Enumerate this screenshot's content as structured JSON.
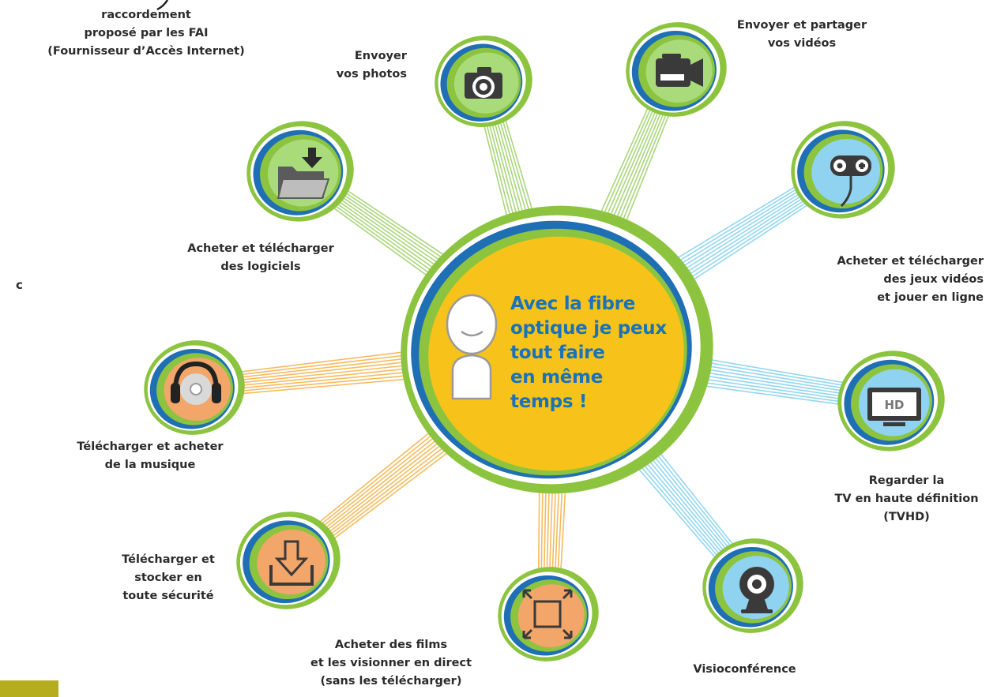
{
  "colors": {
    "center_fill": "#f7c31a",
    "ring_blue": "#1f6fb5",
    "ring_green": "#8cc43f",
    "line_green": "#9bd065",
    "line_blue": "#7fd0ee",
    "line_orange": "#f5b041",
    "icon_green_fill": "#aadb7a",
    "icon_blue_fill": "#8fd3f0",
    "icon_orange_fill": "#f2a66a",
    "text_blue": "#1a73b8"
  },
  "header": {
    "lines": [
      "raccordement",
      "proposé par les FAI",
      "(Fournisseur d’Accès Internet)"
    ]
  },
  "center": {
    "lines": [
      "Avec la fibre",
      "optique je peux",
      "tout faire",
      "en même",
      "temps !"
    ]
  },
  "stray_letter": "c",
  "services": [
    {
      "id": "photos",
      "icon": "camera-icon",
      "lines": [
        "Envoyer",
        "vos photos"
      ]
    },
    {
      "id": "videos",
      "icon": "video-camera-icon",
      "lines": [
        "Envoyer et partager",
        "vos vidéos"
      ]
    },
    {
      "id": "logiciels",
      "icon": "folder-download-icon",
      "lines": [
        "Acheter et télécharger",
        "des logiciels"
      ]
    },
    {
      "id": "jeux",
      "icon": "gamepad-icon",
      "lines": [
        "Acheter et télécharger",
        "des jeux vidéos",
        "et jouer en ligne"
      ]
    },
    {
      "id": "musique",
      "icon": "headphones-icon",
      "lines": [
        "Télécharger et acheter",
        "de la musique"
      ]
    },
    {
      "id": "tvhd",
      "icon": "hd-tv-icon",
      "tv_text": "HD",
      "lines": [
        "Regarder la",
        "TV en haute définition",
        "(TVHD)"
      ]
    },
    {
      "id": "stockage",
      "icon": "download-tray-icon",
      "lines": [
        "Télécharger et",
        "stocker en",
        "toute sécurité"
      ]
    },
    {
      "id": "films",
      "icon": "fullscreen-icon",
      "lines": [
        "Acheter des films",
        "et les visionner en direct",
        "(sans les télécharger)"
      ]
    },
    {
      "id": "visio",
      "icon": "webcam-icon",
      "lines": [
        "Visioconférence"
      ]
    }
  ]
}
